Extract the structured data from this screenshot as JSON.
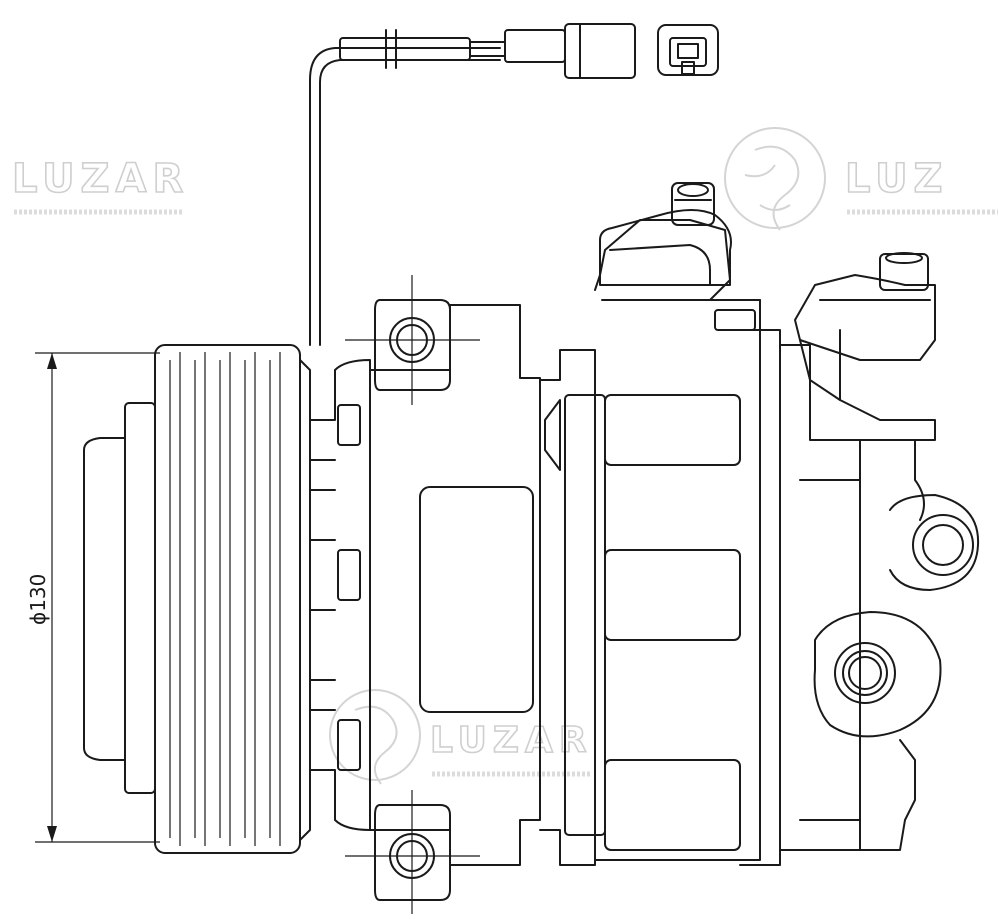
{
  "watermarks": {
    "brand": "LUZAR",
    "brand_right_partial": "LUZ"
  },
  "dimension": {
    "pulley_diameter_label": "ϕ130"
  }
}
